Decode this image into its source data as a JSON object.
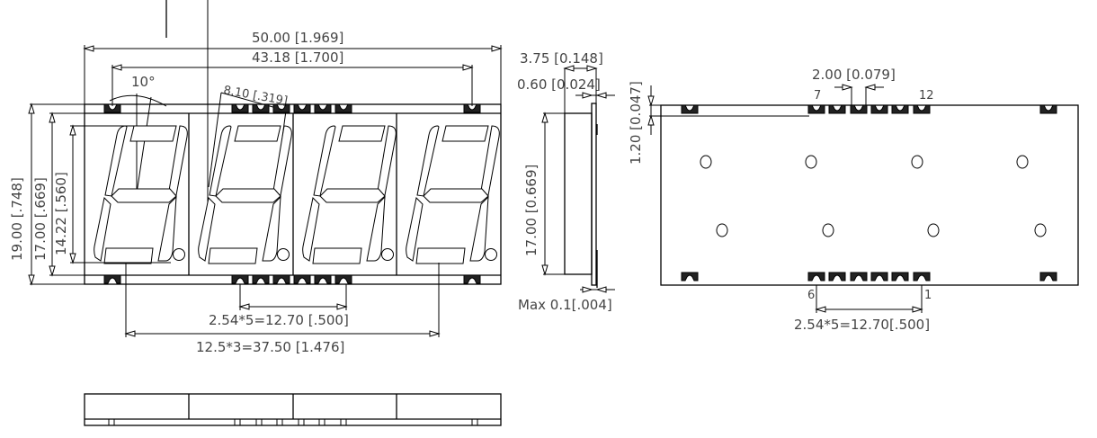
{
  "front_view": {
    "overall_width": "50.00  [1.969]",
    "pad_outer_span": "43.18  [1.700]",
    "slant_angle": "10°",
    "digit_width": "8.10  [.319]",
    "overall_height": "19.00  [.748]",
    "body_height": "17.00  [.669]",
    "digit_height": "14.22  [.560]",
    "pin_pitch": "2.54*5=12.70  [.500]",
    "digit_pitch": "12.5*3=37.50  [1.476]",
    "digit_count": 4
  },
  "side_view": {
    "depth": "3.75  [0.148]",
    "lead_thickness": "0.60  [0.024]",
    "height": "17.00  [0.669]",
    "max_gap": "Max  0.1[.004]"
  },
  "bottom_view": {
    "pad_length": "1.20  [0.047]",
    "pad_spacing": "2.00  [0.079]",
    "pin_label_7": "7",
    "pin_label_12": "12",
    "pin_label_6": "6",
    "pin_label_1": "1",
    "pin_pitch": "2.54*5=12.70[.500]"
  },
  "colors": {
    "line": "#000000",
    "text": "#444444",
    "background": "#ffffff"
  }
}
